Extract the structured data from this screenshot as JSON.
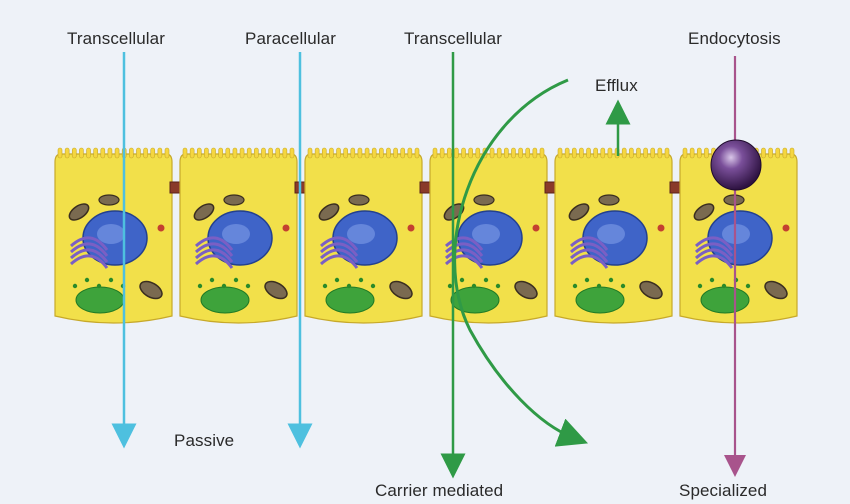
{
  "labels": {
    "top": [
      "Transcellular",
      "Paracellular",
      "Transcellular",
      "Endocytosis"
    ],
    "efflux": "Efflux",
    "passive": "Passive",
    "carrier_mediated": "Carrier mediated",
    "specialized": "Specialized"
  },
  "colors": {
    "background": "#eef2f8",
    "cell_fill": "#f2e04a",
    "nucleus": "#3f64c8",
    "golgi": "#7a5fc4",
    "er_green": "#3ea33b",
    "passive_arrow": "#4ec0df",
    "carrier_arrow": "#2f9a46",
    "endocytosis_arrow": "#a8548c",
    "vesicle": "#4a2a62",
    "tight_junction": "#8a3a2a"
  },
  "cells": {
    "count": 6
  }
}
